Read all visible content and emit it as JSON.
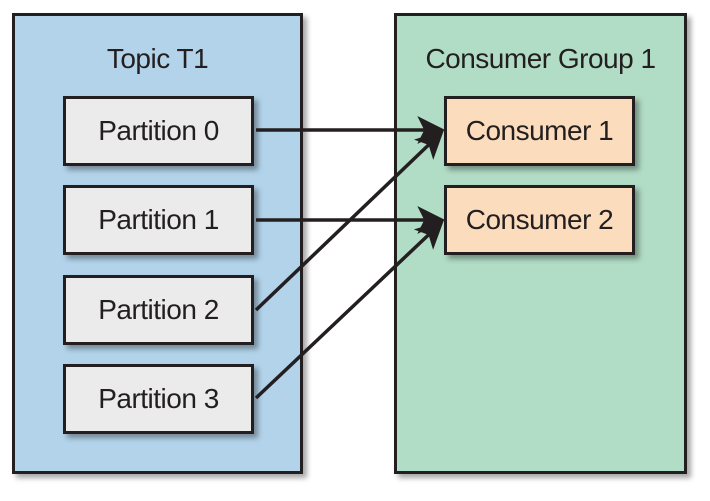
{
  "topic": {
    "title": "Topic T1",
    "partitions": [
      "Partition 0",
      "Partition 1",
      "Partition 2",
      "Partition 3"
    ]
  },
  "consumer_group": {
    "title": "Consumer Group 1",
    "consumers": [
      "Consumer 1",
      "Consumer 2"
    ]
  },
  "assignments": [
    {
      "from": "Partition 0",
      "to": "Consumer 1"
    },
    {
      "from": "Partition 1",
      "to": "Consumer 2"
    },
    {
      "from": "Partition 2",
      "to": "Consumer 1"
    },
    {
      "from": "Partition 3",
      "to": "Consumer 2"
    }
  ],
  "colors": {
    "topic_fill": "#b2d3ea",
    "group_fill": "#b1dcc5",
    "partition_fill": "#ebebeb",
    "consumer_fill": "#fbdcbc",
    "stroke": "#231f20"
  }
}
